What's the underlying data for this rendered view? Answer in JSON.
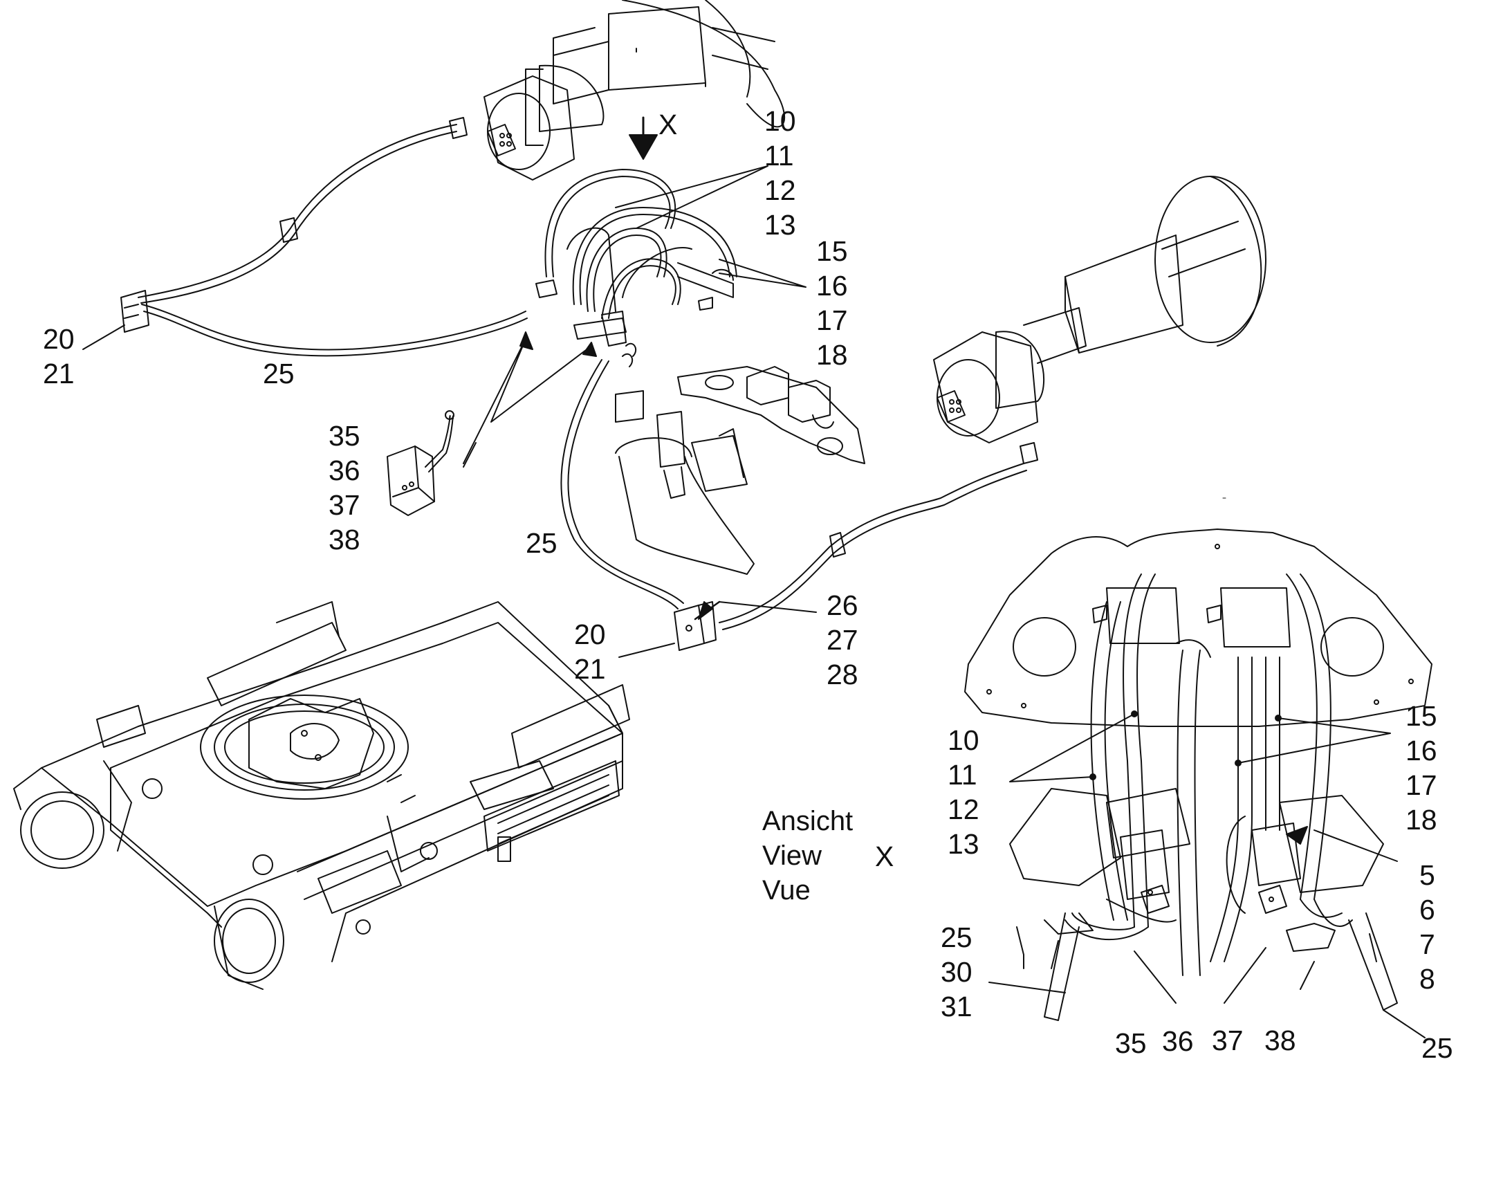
{
  "diagram": {
    "view_arrow_letter": "X",
    "view_caption": {
      "lines": [
        "Ansicht",
        "View",
        "Vue"
      ],
      "letter": "X"
    },
    "callouts": {
      "lines_10_13_top": [
        "10",
        "11",
        "12",
        "13"
      ],
      "lines_15_18_top": [
        "15",
        "16",
        "17",
        "18"
      ],
      "left_20_21": [
        "20",
        "21"
      ],
      "left_25": "25",
      "valve_35_38": [
        "35",
        "36",
        "37",
        "38"
      ],
      "mid_25": "25",
      "bottom_20_21": [
        "20",
        "21"
      ],
      "bottom_26_28": [
        "26",
        "27",
        "28"
      ],
      "right_10_13": [
        "10",
        "11",
        "12",
        "13"
      ],
      "right_15_18": [
        "15",
        "16",
        "17",
        "18"
      ],
      "right_5_8": [
        "5",
        "6",
        "7",
        "8"
      ],
      "right_25_31": [
        "25",
        "30",
        "31"
      ],
      "bottom_35": "35",
      "bottom_36": "36",
      "bottom_37": "37",
      "bottom_38": "38",
      "bottom_right_25": "25"
    },
    "stroke_color": "#111111",
    "background": "#ffffff"
  }
}
